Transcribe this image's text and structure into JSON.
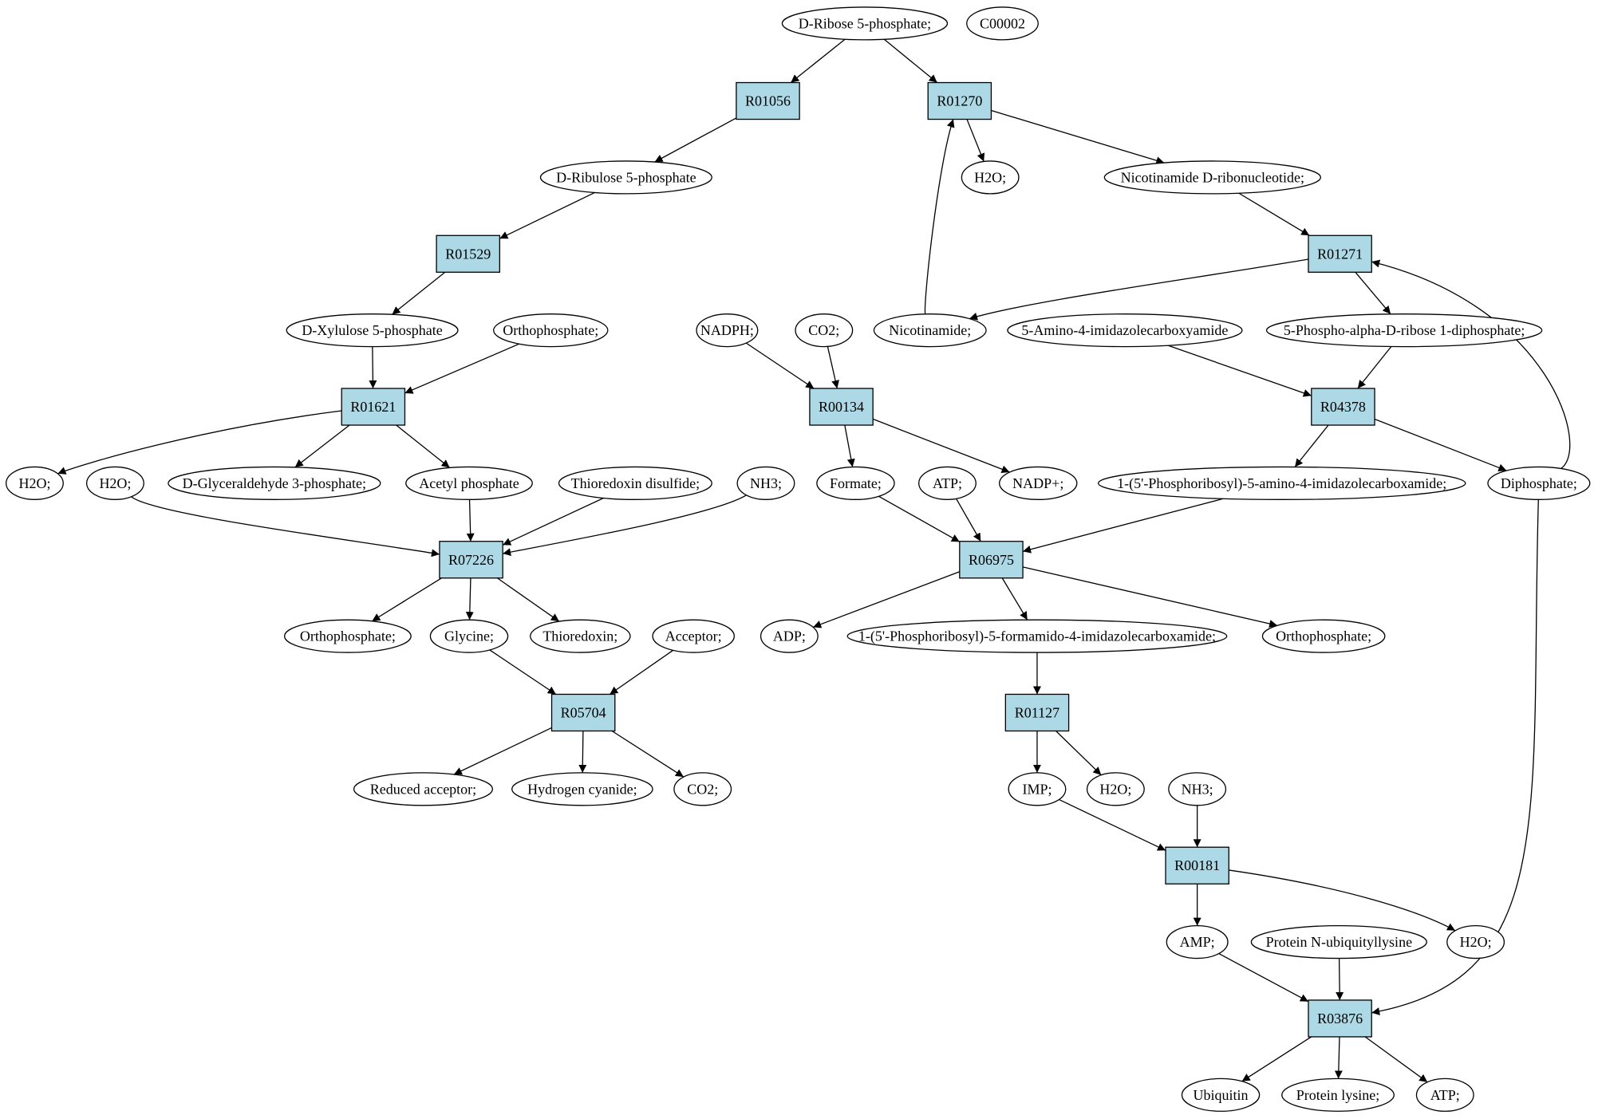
{
  "colors": {
    "reaction_fill": "#add8e6",
    "compound_fill": "#ffffff",
    "start_fill": "#00e600",
    "target_fill": "#ffff00",
    "stroke": "#000000"
  },
  "nodes": [
    {
      "id": "n_ribose5p",
      "kind": "compound",
      "label": "D-Ribose 5-phosphate;",
      "fill": "start"
    },
    {
      "id": "n_c00002",
      "kind": "compound",
      "label": "C00002",
      "fill": "target"
    },
    {
      "id": "r_R01056",
      "kind": "reaction",
      "label": "R01056"
    },
    {
      "id": "r_R01270",
      "kind": "reaction",
      "label": "R01270"
    },
    {
      "id": "n_ribulose5p",
      "kind": "compound",
      "label": "D-Ribulose 5-phosphate"
    },
    {
      "id": "n_h2o_a",
      "kind": "compound",
      "label": "H2O;"
    },
    {
      "id": "n_nicotinamide_dribo",
      "kind": "compound",
      "label": "Nicotinamide D-ribonucleotide;"
    },
    {
      "id": "r_R01529",
      "kind": "reaction",
      "label": "R01529"
    },
    {
      "id": "r_R01271",
      "kind": "reaction",
      "label": "R01271"
    },
    {
      "id": "n_dxylulose5p",
      "kind": "compound",
      "label": "D-Xylulose 5-phosphate"
    },
    {
      "id": "n_orthophosphate_a",
      "kind": "compound",
      "label": "Orthophosphate;"
    },
    {
      "id": "n_nadph",
      "kind": "compound",
      "label": "NADPH;"
    },
    {
      "id": "n_co2_a",
      "kind": "compound",
      "label": "CO2;"
    },
    {
      "id": "n_nicotinamide",
      "kind": "compound",
      "label": "Nicotinamide;"
    },
    {
      "id": "n_aica",
      "kind": "compound",
      "label": "5-Amino-4-imidazolecarboxyamide"
    },
    {
      "id": "n_prpp",
      "kind": "compound",
      "label": "5-Phospho-alpha-D-ribose 1-diphosphate;"
    },
    {
      "id": "r_R01621",
      "kind": "reaction",
      "label": "R01621"
    },
    {
      "id": "r_R00134",
      "kind": "reaction",
      "label": "R00134"
    },
    {
      "id": "r_R04378",
      "kind": "reaction",
      "label": "R04378"
    },
    {
      "id": "n_h2o_b",
      "kind": "compound",
      "label": "H2O;"
    },
    {
      "id": "n_h2o_c",
      "kind": "compound",
      "label": "H2O;"
    },
    {
      "id": "n_g3p",
      "kind": "compound",
      "label": "D-Glyceraldehyde 3-phosphate;"
    },
    {
      "id": "n_acetylp",
      "kind": "compound",
      "label": "Acetyl phosphate"
    },
    {
      "id": "n_thioredoxin_ds",
      "kind": "compound",
      "label": "Thioredoxin disulfide;"
    },
    {
      "id": "n_nh3_a",
      "kind": "compound",
      "label": "NH3;"
    },
    {
      "id": "n_formate",
      "kind": "compound",
      "label": "Formate;"
    },
    {
      "id": "n_atp_a",
      "kind": "compound",
      "label": "ATP;"
    },
    {
      "id": "n_nadp",
      "kind": "compound",
      "label": "NADP+;"
    },
    {
      "id": "n_praica",
      "kind": "compound",
      "label": "1-(5'-Phosphoribosyl)-5-amino-4-imidazolecarboxamide;"
    },
    {
      "id": "n_diphosphate",
      "kind": "compound",
      "label": "Diphosphate;"
    },
    {
      "id": "r_R07226",
      "kind": "reaction",
      "label": "R07226"
    },
    {
      "id": "r_R06975",
      "kind": "reaction",
      "label": "R06975"
    },
    {
      "id": "n_orthophosphate_b",
      "kind": "compound",
      "label": "Orthophosphate;"
    },
    {
      "id": "n_glycine",
      "kind": "compound",
      "label": "Glycine;"
    },
    {
      "id": "n_thioredoxin",
      "kind": "compound",
      "label": "Thioredoxin;"
    },
    {
      "id": "n_acceptor",
      "kind": "compound",
      "label": "Acceptor;"
    },
    {
      "id": "n_adp",
      "kind": "compound",
      "label": "ADP;"
    },
    {
      "id": "n_fprica",
      "kind": "compound",
      "label": "1-(5'-Phosphoribosyl)-5-formamido-4-imidazolecarboxamide;"
    },
    {
      "id": "n_orthophosphate_c",
      "kind": "compound",
      "label": "Orthophosphate;"
    },
    {
      "id": "r_R05704",
      "kind": "reaction",
      "label": "R05704"
    },
    {
      "id": "r_R01127",
      "kind": "reaction",
      "label": "R01127"
    },
    {
      "id": "n_reduced_acceptor",
      "kind": "compound",
      "label": "Reduced acceptor;"
    },
    {
      "id": "n_hcn",
      "kind": "compound",
      "label": "Hydrogen cyanide;"
    },
    {
      "id": "n_co2_b",
      "kind": "compound",
      "label": "CO2;"
    },
    {
      "id": "n_imp",
      "kind": "compound",
      "label": "IMP;"
    },
    {
      "id": "n_h2o_d",
      "kind": "compound",
      "label": "H2O;"
    },
    {
      "id": "n_nh3_b",
      "kind": "compound",
      "label": "NH3;"
    },
    {
      "id": "r_R00181",
      "kind": "reaction",
      "label": "R00181"
    },
    {
      "id": "n_amp",
      "kind": "compound",
      "label": "AMP;"
    },
    {
      "id": "n_prot_nubiq",
      "kind": "compound",
      "label": "Protein N-ubiquityllysine"
    },
    {
      "id": "n_h2o_e",
      "kind": "compound",
      "label": "H2O;"
    },
    {
      "id": "r_R03876",
      "kind": "reaction",
      "label": "R03876"
    },
    {
      "id": "n_ubiquitin",
      "kind": "compound",
      "label": "Ubiquitin"
    },
    {
      "id": "n_protein_lysine",
      "kind": "compound",
      "label": "Protein lysine;"
    },
    {
      "id": "n_atp_b",
      "kind": "compound",
      "label": "ATP;"
    }
  ],
  "edges": [
    [
      "n_ribose5p",
      "r_R01056"
    ],
    [
      "n_ribose5p",
      "r_R01270"
    ],
    [
      "r_R01056",
      "n_ribulose5p"
    ],
    [
      "r_R01270",
      "n_h2o_a"
    ],
    [
      "r_R01270",
      "n_nicotinamide_dribo"
    ],
    [
      "n_nicotinamide",
      "r_R01270"
    ],
    [
      "n_ribulose5p",
      "r_R01529"
    ],
    [
      "n_nicotinamide_dribo",
      "r_R01271"
    ],
    [
      "r_R01271",
      "n_nicotinamide"
    ],
    [
      "r_R01271",
      "n_prpp"
    ],
    [
      "n_diphosphate",
      "r_R01271"
    ],
    [
      "r_R01529",
      "n_dxylulose5p"
    ],
    [
      "n_dxylulose5p",
      "r_R01621"
    ],
    [
      "n_orthophosphate_a",
      "r_R01621"
    ],
    [
      "n_nadph",
      "r_R00134"
    ],
    [
      "n_co2_a",
      "r_R00134"
    ],
    [
      "n_aica",
      "r_R04378"
    ],
    [
      "n_prpp",
      "r_R04378"
    ],
    [
      "r_R01621",
      "n_h2o_b"
    ],
    [
      "r_R01621",
      "n_g3p"
    ],
    [
      "r_R01621",
      "n_acetylp"
    ],
    [
      "r_R00134",
      "n_formate"
    ],
    [
      "r_R00134",
      "n_nadp"
    ],
    [
      "r_R04378",
      "n_praica"
    ],
    [
      "r_R04378",
      "n_diphosphate"
    ],
    [
      "n_h2o_c",
      "r_R07226"
    ],
    [
      "n_acetylp",
      "r_R07226"
    ],
    [
      "n_thioredoxin_ds",
      "r_R07226"
    ],
    [
      "n_nh3_a",
      "r_R07226"
    ],
    [
      "n_formate",
      "r_R06975"
    ],
    [
      "n_atp_a",
      "r_R06975"
    ],
    [
      "n_praica",
      "r_R06975"
    ],
    [
      "r_R07226",
      "n_orthophosphate_b"
    ],
    [
      "r_R07226",
      "n_glycine"
    ],
    [
      "r_R07226",
      "n_thioredoxin"
    ],
    [
      "r_R06975",
      "n_adp"
    ],
    [
      "r_R06975",
      "n_fprica"
    ],
    [
      "r_R06975",
      "n_orthophosphate_c"
    ],
    [
      "n_glycine",
      "r_R05704"
    ],
    [
      "n_acceptor",
      "r_R05704"
    ],
    [
      "n_fprica",
      "r_R01127"
    ],
    [
      "r_R05704",
      "n_reduced_acceptor"
    ],
    [
      "r_R05704",
      "n_hcn"
    ],
    [
      "r_R05704",
      "n_co2_b"
    ],
    [
      "r_R01127",
      "n_imp"
    ],
    [
      "r_R01127",
      "n_h2o_d"
    ],
    [
      "n_imp",
      "r_R00181"
    ],
    [
      "n_nh3_b",
      "r_R00181"
    ],
    [
      "r_R00181",
      "n_amp"
    ],
    [
      "r_R00181",
      "n_h2o_e"
    ],
    [
      "n_amp",
      "r_R03876"
    ],
    [
      "n_prot_nubiq",
      "r_R03876"
    ],
    [
      "n_diphosphate",
      "r_R03876"
    ],
    [
      "r_R03876",
      "n_ubiquitin"
    ],
    [
      "r_R03876",
      "n_protein_lysine"
    ],
    [
      "r_R03876",
      "n_atp_b"
    ]
  ]
}
